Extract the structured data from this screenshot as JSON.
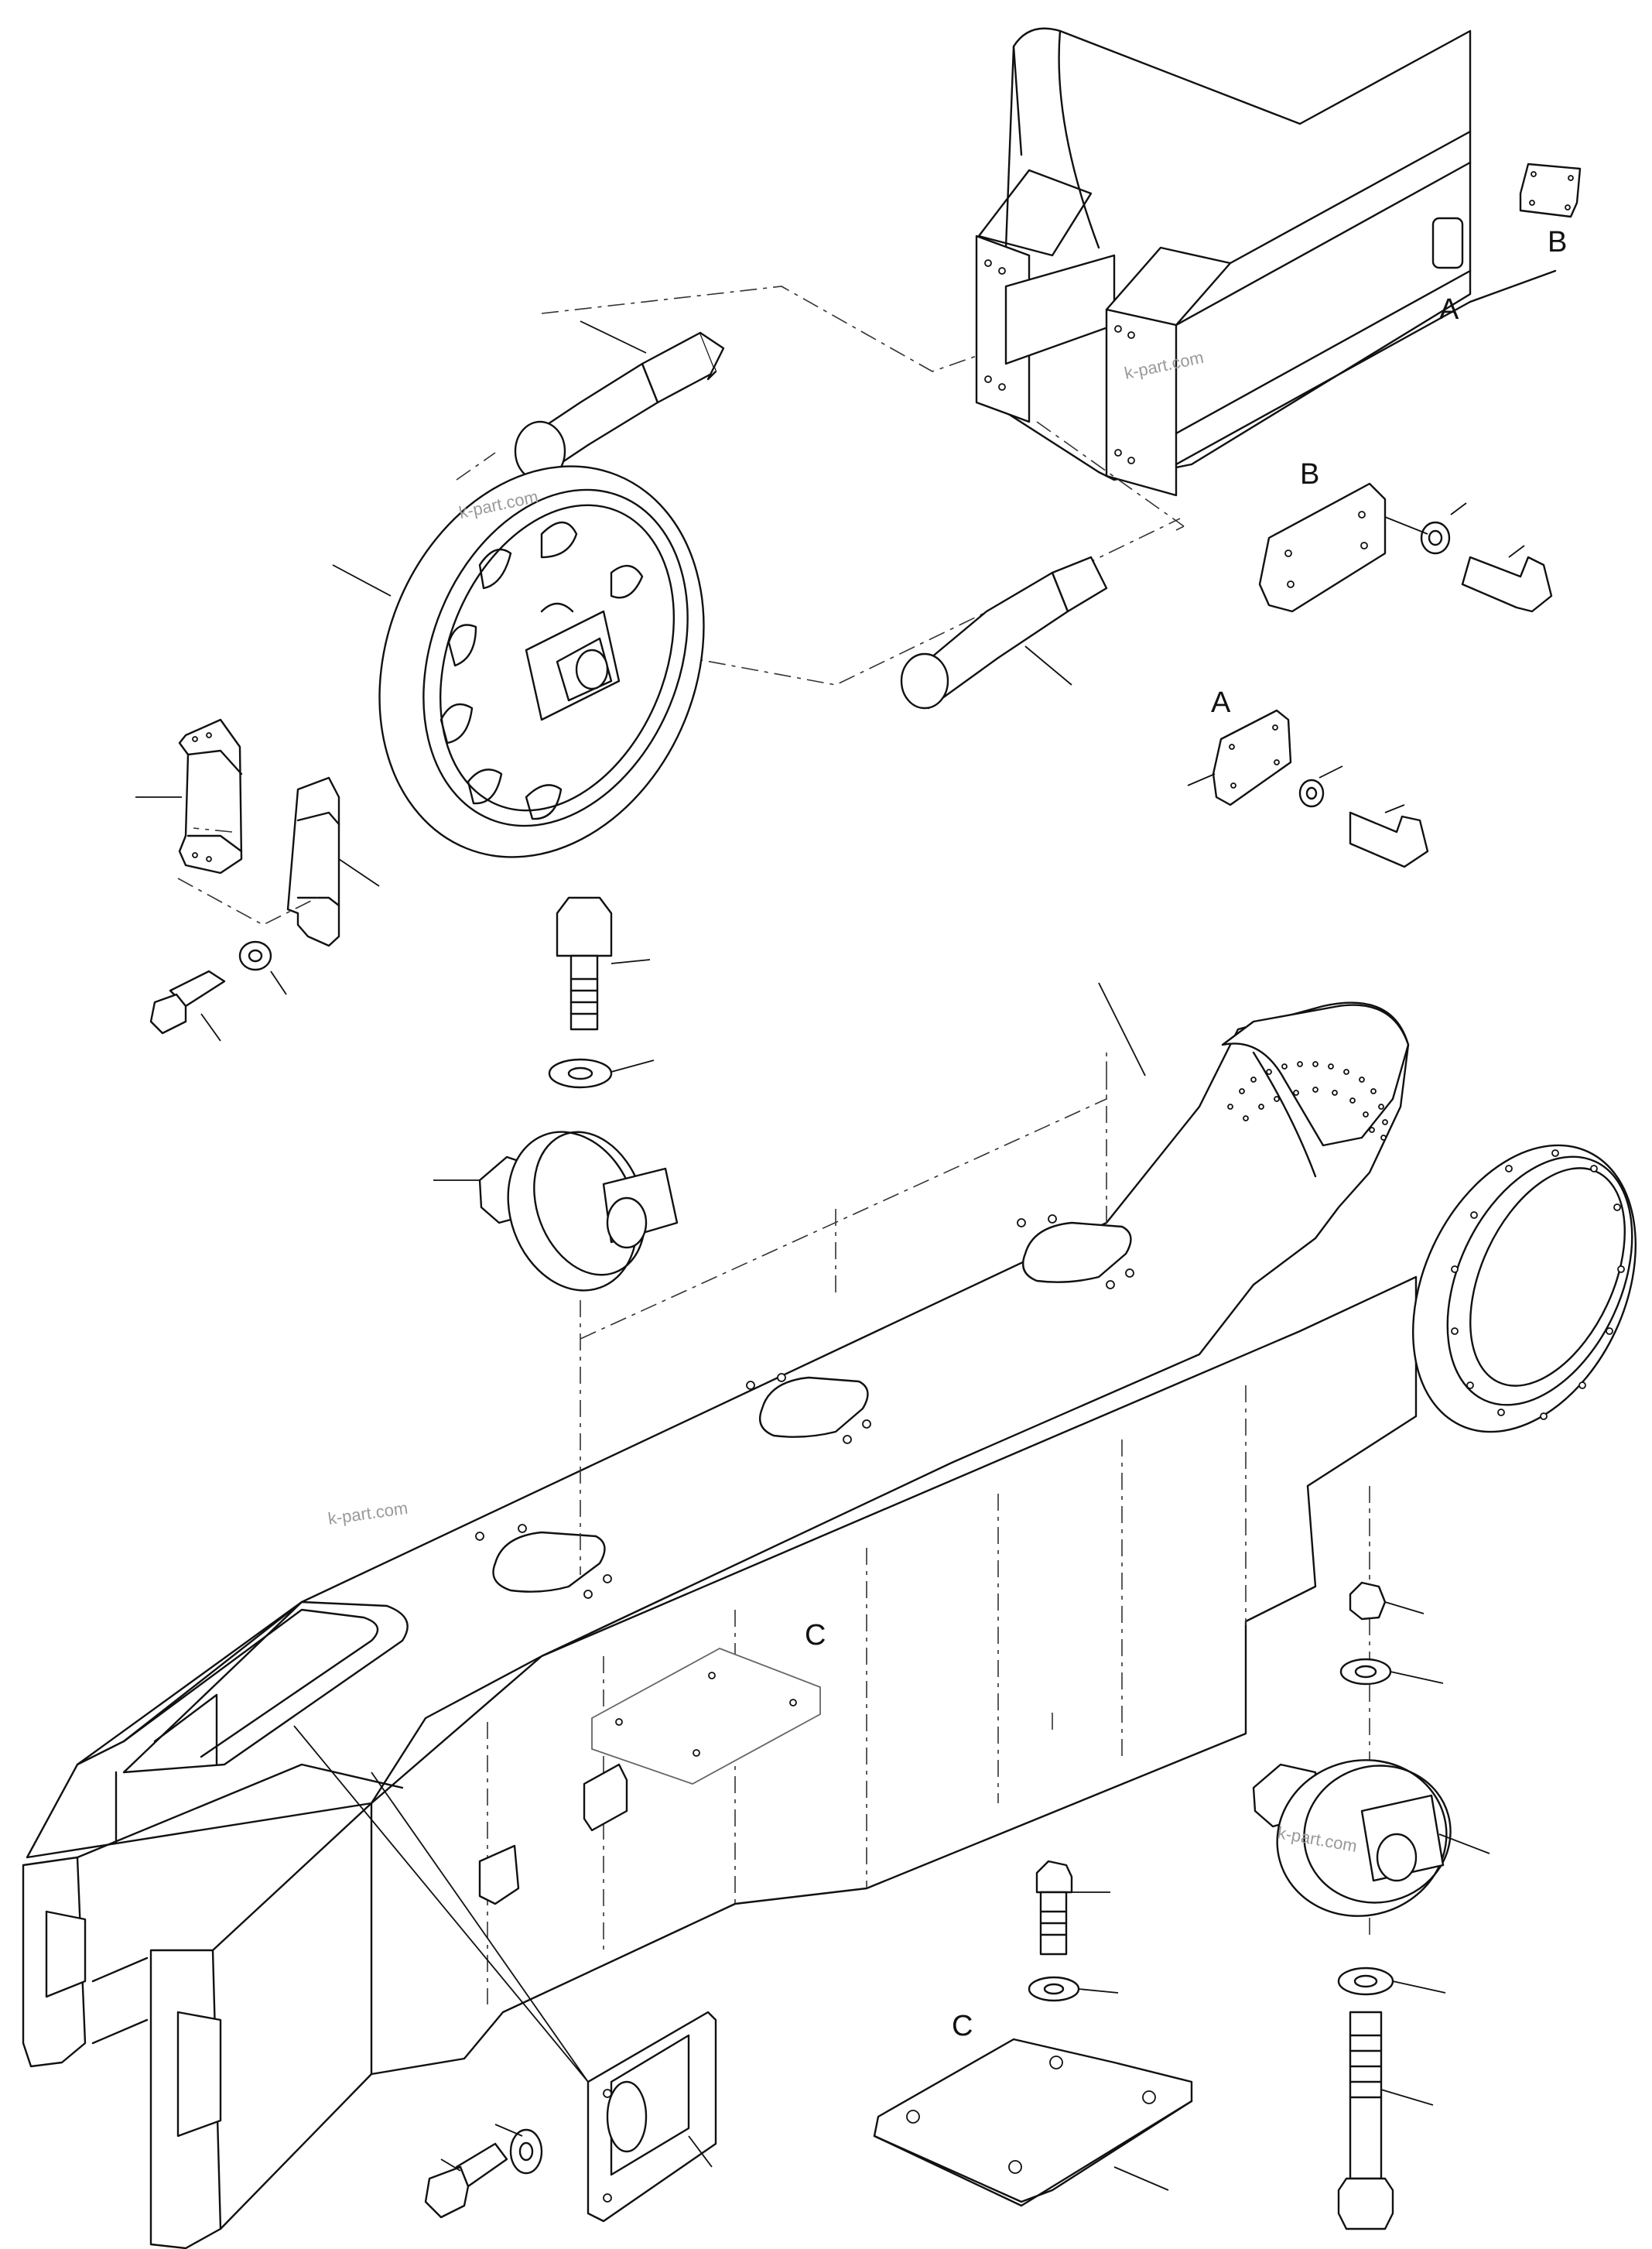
{
  "labels": {
    "a_upper": "A",
    "a_lower": "A",
    "b_upper": "B",
    "b_lower": "B",
    "c_upper": "C",
    "c_lower": "C"
  },
  "watermarks": {
    "w1": "k-part.com",
    "w2": "k-part.com",
    "w3": "k-part.com",
    "w4": "k-part.com"
  }
}
